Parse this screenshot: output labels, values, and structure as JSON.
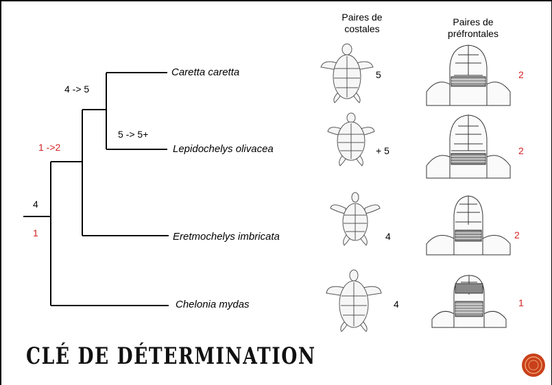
{
  "title": "CLÉ DE DÉTERMINATION",
  "headers": {
    "costales": "Paires de costales",
    "prefrontales": "Paires de préfrontales"
  },
  "colors": {
    "red": "#d42020",
    "accent": "#c8401a"
  },
  "tree": {
    "root_label_top": "4",
    "root_label_bottom": "1",
    "node1_label": "1 ->2",
    "node2_label": "4 -> 5",
    "node3_label": "5 -> 5+"
  },
  "species": [
    {
      "name": "Caretta caretta",
      "costales": "5",
      "prefrontales": "2"
    },
    {
      "name": "Lepidochelys olivacea",
      "costales": "+ 5",
      "prefrontales": "2"
    },
    {
      "name": "Eretmochelys imbricata",
      "costales": "4",
      "prefrontales": "2"
    },
    {
      "name": "Chelonia mydas",
      "costales": "4",
      "prefrontales": "1"
    }
  ],
  "icons": [
    "turtle-carapace-drawing",
    "turtle-head-drawing",
    "orange-circle-badge"
  ]
}
